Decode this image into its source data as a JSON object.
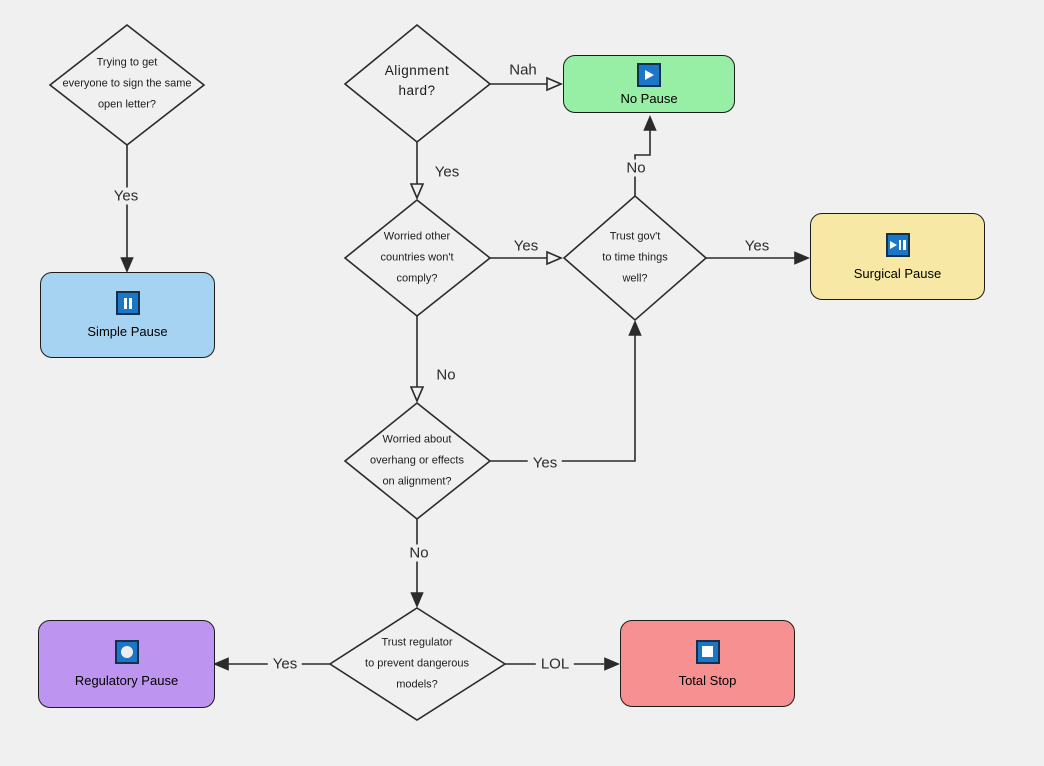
{
  "flowchart": {
    "decisions": {
      "open_letter": {
        "lines": [
          "Trying to get",
          "everyone to sign the same",
          "open letter?"
        ]
      },
      "alignment_hard": {
        "lines": [
          "Alignment",
          "hard?"
        ]
      },
      "countries_comply": {
        "lines": [
          "Worried other",
          "countries won't",
          "comply?"
        ]
      },
      "trust_govt": {
        "lines": [
          "Trust gov't",
          "to time things",
          "well?"
        ]
      },
      "overhang": {
        "lines": [
          "Worried about",
          "overhang or effects",
          "on alignment?"
        ]
      },
      "trust_regulator": {
        "lines": [
          "Trust regulator",
          "to prevent dangerous",
          "models?"
        ]
      }
    },
    "outcomes": {
      "simple_pause": {
        "label": "Simple Pause",
        "icon": "pause-icon",
        "fill": "#a7d3f3"
      },
      "no_pause": {
        "label": "No Pause",
        "icon": "play-icon",
        "fill": "#97efa5"
      },
      "surgical_pause": {
        "label": "Surgical Pause",
        "icon": "play-pause-icon",
        "fill": "#f7e9a5"
      },
      "regulatory_pause": {
        "label": "Regulatory Pause",
        "icon": "record-icon",
        "fill": "#bd94f0"
      },
      "total_stop": {
        "label": "Total Stop",
        "icon": "stop-icon",
        "fill": "#f79090"
      }
    },
    "edge_labels": {
      "open_letter_yes": "Yes",
      "alignment_nah": "Nah",
      "alignment_yes": "Yes",
      "countries_yes": "Yes",
      "countries_no": "No",
      "govt_no": "No",
      "govt_yes": "Yes",
      "overhang_yes": "Yes",
      "overhang_no": "No",
      "regulator_yes": "Yes",
      "regulator_lol": "LOL"
    },
    "colors": {
      "background": "#f0f0f0",
      "line": "#2b2b2b",
      "icon_blue": "#1b76c8",
      "icon_border": "#14304a",
      "simple_pause_fill": "#a7d3f3",
      "no_pause_fill": "#97efa5",
      "surgical_pause_fill": "#f7e9a5",
      "regulatory_pause_fill": "#bd94f0",
      "total_stop_fill": "#f79090"
    }
  }
}
